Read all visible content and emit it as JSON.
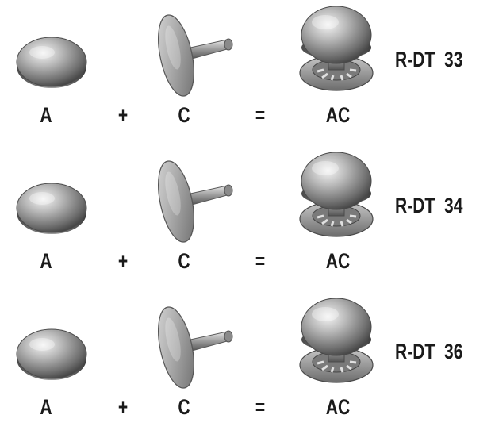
{
  "rows": [
    {
      "part_a": "A",
      "plus": "+",
      "part_c": "C",
      "equals": "=",
      "result": "AC",
      "code": "R-DT  33"
    },
    {
      "part_a": "A",
      "plus": "+",
      "part_c": "C",
      "equals": "=",
      "result": "AC",
      "code": "R-DT  34"
    },
    {
      "part_a": "A",
      "plus": "+",
      "part_c": "C",
      "equals": "=",
      "result": "AC",
      "code": "R-DT  36"
    }
  ],
  "icons": {
    "part_a": "rivet-cap-icon",
    "part_c": "rivet-post-icon",
    "result": "assembled-rivet-icon"
  },
  "colors": {
    "text": "#1a1a1a",
    "metal_light": "#e6e6e6",
    "metal_mid": "#8a8a8a",
    "metal_dark": "#3f3f3f"
  }
}
